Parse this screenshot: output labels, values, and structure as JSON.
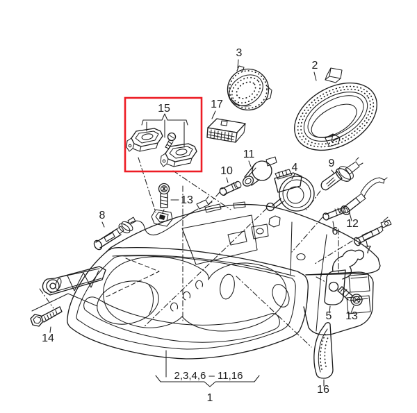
{
  "diagram": {
    "background_color": "#ffffff",
    "line_color": "#1c1c1c",
    "highlight_color": "#ed1c24",
    "highlighted_part": "15",
    "footer": {
      "group_range": "2,3,4,6 – 11,16",
      "assembly_number": "1"
    },
    "labels": {
      "p1": "1",
      "p2": "2",
      "p3": "3",
      "p4": "4",
      "p5": "5",
      "p6": "6",
      "p7": "7",
      "p8": "8",
      "p9": "9",
      "p10": "10",
      "p11": "11",
      "p12": "12",
      "p13": "13",
      "p14": "14",
      "p15": "15",
      "p16": "16",
      "p17": "17"
    },
    "parts": [
      {
        "number": "1",
        "name": "headlight-assembly"
      },
      {
        "number": "2",
        "name": "oval-seal-ring-cover"
      },
      {
        "number": "3",
        "name": "round-sealing-cap"
      },
      {
        "number": "4",
        "name": "headlight-range-adjustment-motor"
      },
      {
        "number": "5",
        "name": "mounting-bracket"
      },
      {
        "number": "6",
        "name": "wedge-base-bulb"
      },
      {
        "number": "7",
        "name": "bulb-holder-with-bulb"
      },
      {
        "number": "8",
        "name": "bulb-holder-with-wiring"
      },
      {
        "number": "9",
        "name": "halogen-headlight-bulb"
      },
      {
        "number": "10",
        "name": "small-tubular-bulb"
      },
      {
        "number": "11",
        "name": "bulb-socket"
      },
      {
        "number": "12",
        "name": "bulb-socket-with-cable"
      },
      {
        "number": "13",
        "name": "fastening-screw"
      },
      {
        "number": "14",
        "name": "hex-flange-bolt"
      },
      {
        "number": "15",
        "name": "retaining-clip-repair-kit",
        "highlighted": true
      },
      {
        "number": "16",
        "name": "gap-trim-strip"
      },
      {
        "number": "17",
        "name": "multi-pin-connector-housing"
      }
    ]
  }
}
